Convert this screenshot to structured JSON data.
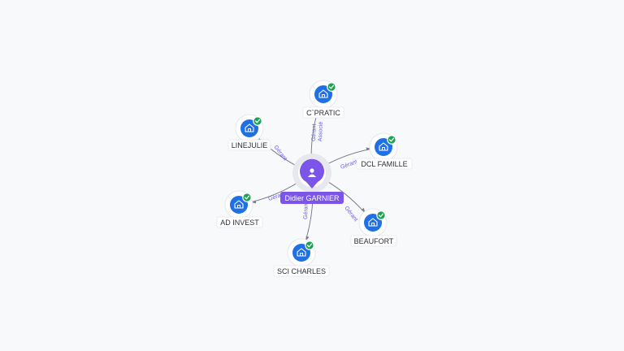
{
  "center": {
    "name": "Didier GARNIER",
    "icon": "person-icon",
    "color": "#7b55e8"
  },
  "nodes": [
    {
      "id": "cpratic",
      "label": "C`PRATIC",
      "relation": "Gérant\nAssocié",
      "icon": "building-icon",
      "verified": true
    },
    {
      "id": "dclfamille",
      "label": "DCL FAMILLE",
      "relation": "Gérant",
      "icon": "building-icon",
      "verified": true
    },
    {
      "id": "beaufort",
      "label": "BEAUFORT",
      "relation": "Gérant",
      "icon": "building-icon",
      "verified": true
    },
    {
      "id": "scicharles",
      "label": "SCI CHARLES",
      "relation": "Gérant",
      "icon": "building-icon",
      "verified": true
    },
    {
      "id": "adinvest",
      "label": "AD INVEST",
      "relation": "Gérant",
      "icon": "building-icon",
      "verified": true
    },
    {
      "id": "linejulie",
      "label": "LINEJULIE",
      "relation": "Gérant",
      "icon": "building-icon",
      "verified": true
    }
  ],
  "colors": {
    "company_node": "#1f6fe5",
    "verified_badge": "#1aa251",
    "edge_label": "#6b5ce7"
  }
}
